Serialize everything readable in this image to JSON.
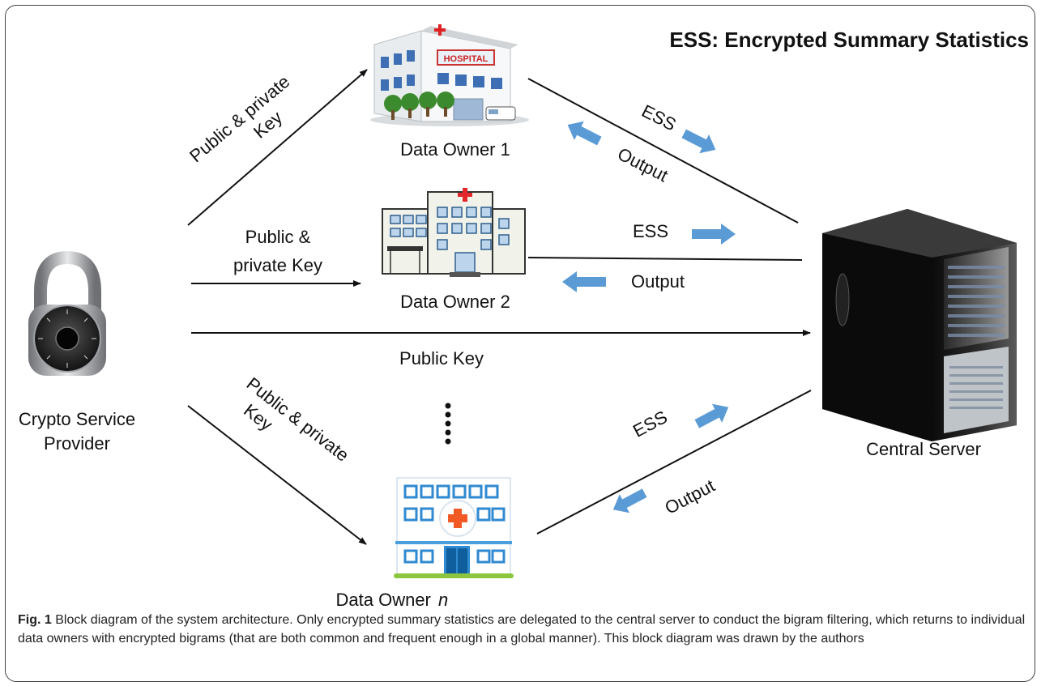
{
  "title": "ESS: Encrypted Summary Statistics",
  "nodes": {
    "provider": {
      "label_line1": "Crypto Service",
      "label_line2": "Provider"
    },
    "owner1": {
      "label": "Data Owner 1",
      "sign": "HOSPITAL"
    },
    "owner2": {
      "label": "Data Owner 2"
    },
    "owner_n": {
      "label_prefix": "Data Owner ",
      "label_italic": "n"
    },
    "server": {
      "label": "Central Server"
    }
  },
  "edges": {
    "to_owner1": {
      "line1": "Public & private",
      "line2": "Key"
    },
    "to_owner2": {
      "line1": "Public &",
      "line2": "private Key"
    },
    "to_server": {
      "label": "Public Key"
    },
    "to_owner_n": {
      "line1": "Public & private",
      "line2": "Key"
    },
    "owner1_ess": "ESS",
    "owner1_output": "Output",
    "owner2_ess": "ESS",
    "owner2_output": "Output",
    "ownern_ess": "ESS",
    "ownern_output": "Output"
  },
  "caption": {
    "fig": "Fig. 1",
    "text": " Block diagram of the system architecture. Only encrypted summary statistics are delegated to the central server to conduct the bigram filtering, which returns to individual data owners with encrypted bigrams (that are both common and frequent enough in a global manner). This block diagram was drawn by the authors"
  },
  "colors": {
    "arrow_fill": "#5b9bd5",
    "frame": "#444444"
  }
}
